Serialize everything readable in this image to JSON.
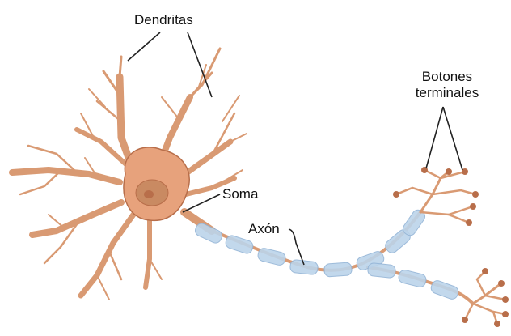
{
  "diagram": {
    "labels": {
      "dendritas": "Dendritas",
      "botones_line1": "Botones",
      "botones_line2": "terminales",
      "soma": "Soma",
      "axon": "Axón"
    },
    "colors": {
      "cell": "#d99a73",
      "cell_dark": "#b86e4a",
      "soma_fill": "#e7a27c",
      "nucleus": "#c98a62",
      "myelin": "#bcd4ea",
      "myelin_edge": "#93b4d6",
      "leader": "#222222"
    }
  }
}
